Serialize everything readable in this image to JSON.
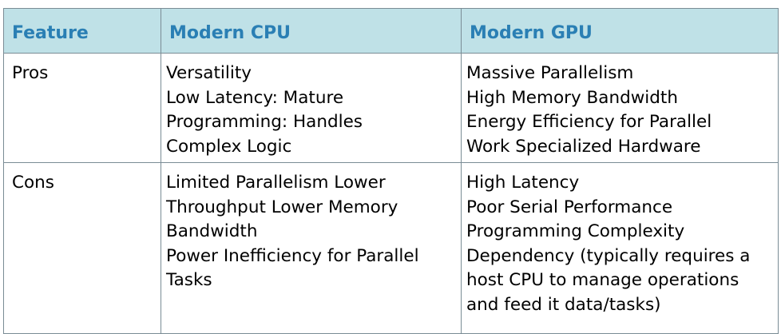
{
  "table": {
    "headers": [
      "Feature",
      "Modern CPU",
      "Modern GPU"
    ],
    "rows": [
      {
        "feature": "Pros",
        "cpu": [
          "Versatility",
          "Low Latency: Mature",
          "Programming: Handles",
          "Complex Logic"
        ],
        "gpu": [
          "Massive Parallelism",
          "High Memory Bandwidth",
          "Energy Efficiency for Parallel",
          "Work Specialized Hardware"
        ]
      },
      {
        "feature": "Cons",
        "cpu": [
          "Limited Parallelism Lower",
          "Throughput Lower Memory",
          "Bandwidth",
          "Power Inefficiency for Parallel",
          "Tasks"
        ],
        "gpu": [
          "High Latency",
          "Poor Serial Performance",
          "Programming Complexity",
          "Dependency (typically requires a",
          "host CPU to manage operations",
          "and feed it data/tasks)"
        ]
      }
    ]
  },
  "colors": {
    "header_bg": "#bfe1e7",
    "header_text": "#2a7fb4",
    "border": "#7a8c95"
  }
}
